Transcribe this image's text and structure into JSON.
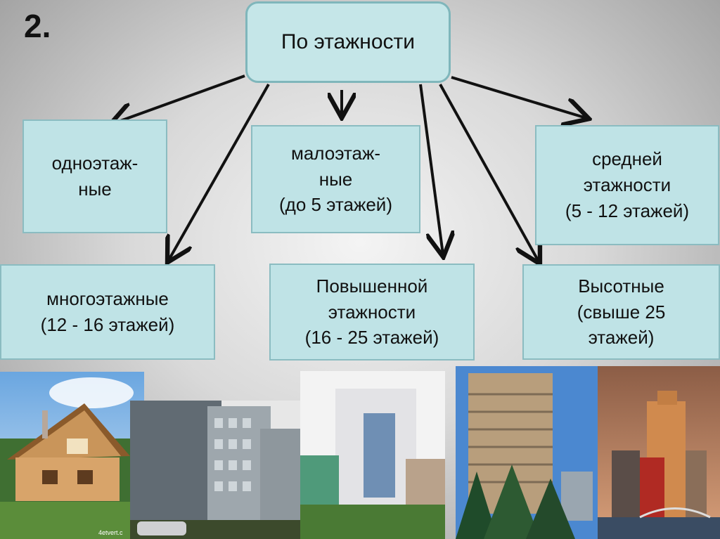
{
  "slide_number": "2.",
  "diagram": {
    "root": "По этажности",
    "categories": [
      {
        "id": "one-storey",
        "label": "одноэтаж-\nные"
      },
      {
        "id": "low-rise",
        "label": "малоэтаж-\nные\n(до 5 этажей)"
      },
      {
        "id": "mid-rise",
        "label": "средней\nэтажности\n(5 - 12 этажей)"
      },
      {
        "id": "multi-storey",
        "label": "многоэтажные\n(12 - 16 этажей)"
      },
      {
        "id": "increased-storey",
        "label": "Повышенной\nэтажности\n(16 - 25 этажей)"
      },
      {
        "id": "high-rise",
        "label": "Высотные\n(свыше 25\nэтажей)"
      }
    ]
  },
  "photos": [
    {
      "id": "wooden-house",
      "watermark": "4etvert.c"
    },
    {
      "id": "panel-block"
    },
    {
      "id": "office-tower"
    },
    {
      "id": "concrete-tower"
    },
    {
      "id": "skyscrapers"
    }
  ],
  "colors": {
    "box_fill": "#bfe3e6",
    "box_border": "#8bbcc1",
    "arrow": "#111111"
  }
}
